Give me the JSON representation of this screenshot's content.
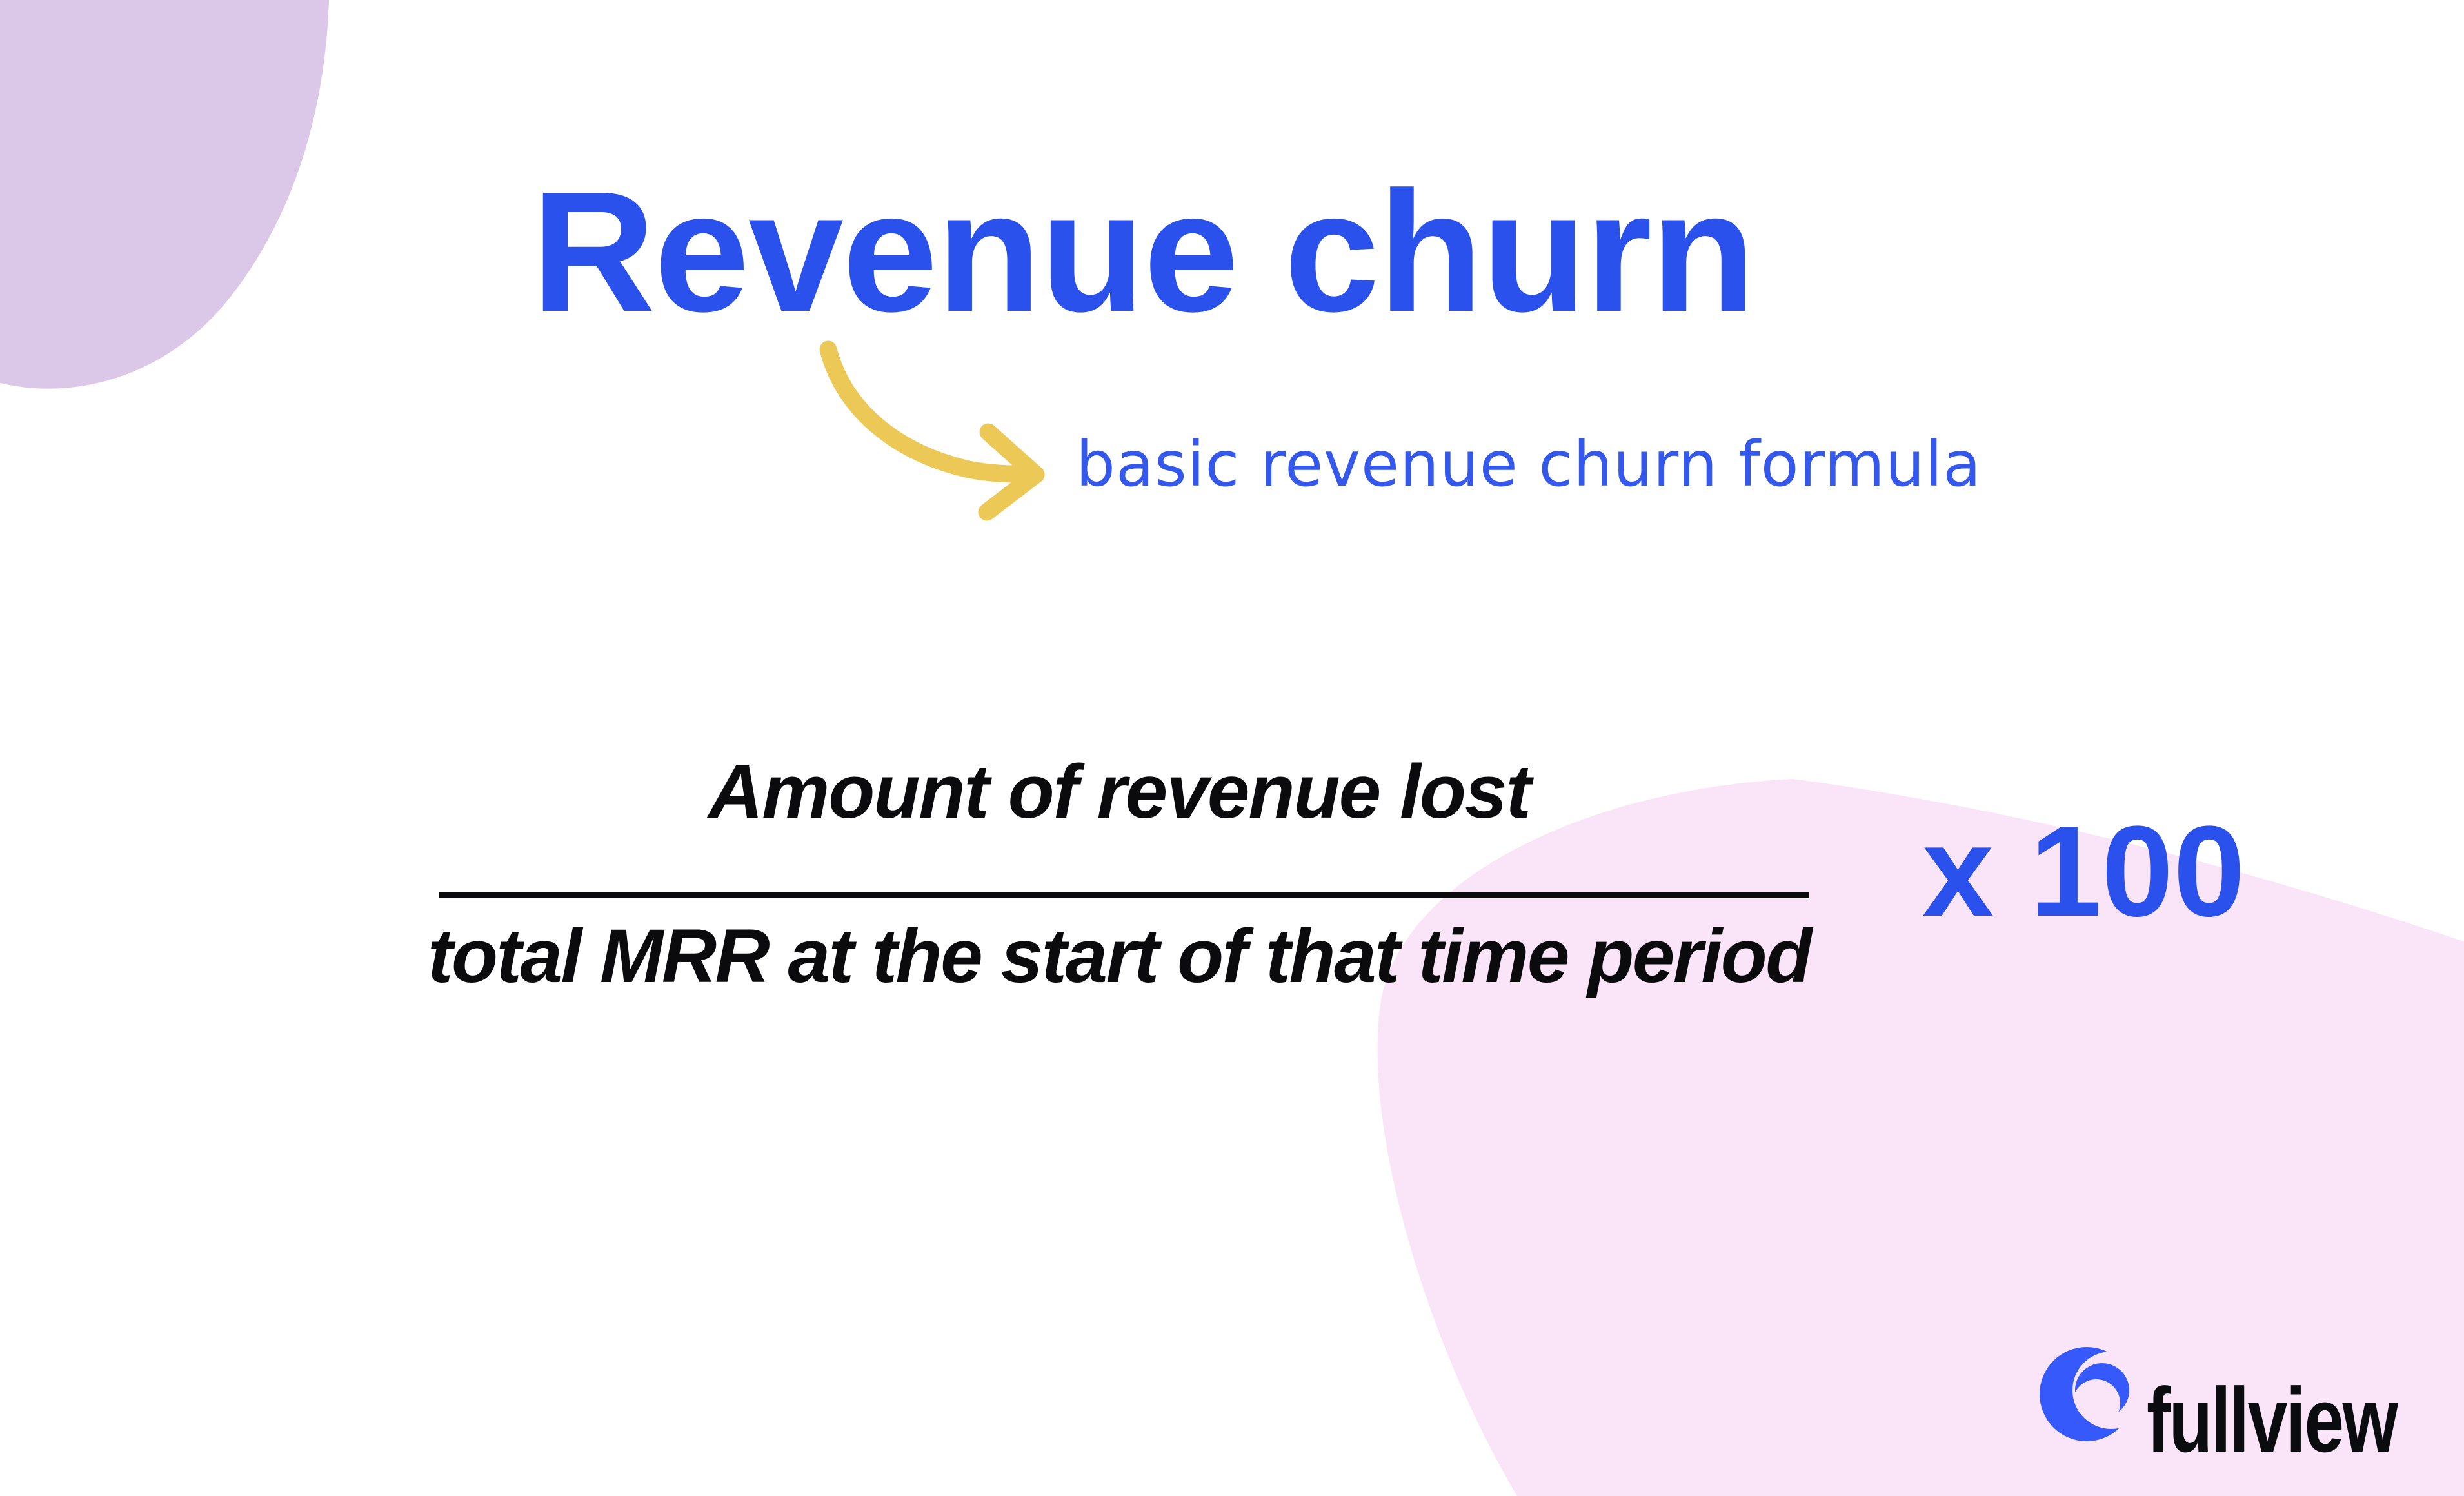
{
  "title": {
    "text": "Revenue churn",
    "color": "#2b51ec"
  },
  "annotation": {
    "label": "basic revenue churn formula",
    "text_color": "#3457ec",
    "arrow_color": "#ecc957",
    "arrow_icon": "curved-arrow-down-right"
  },
  "formula": {
    "numerator": "Amount of revenue lost",
    "denominator": "total MRR at the start of that time period",
    "multiplier": "x 100",
    "multiplier_color": "#2b51ec",
    "text_color": "#0b0b0e"
  },
  "logo": {
    "wordmark": "fullview",
    "mark_icon": "fullview-crescent-swirl",
    "mark_color": "#3559fb",
    "wordmark_color": "#0a0c10"
  },
  "decor": {
    "purple_blob_color": "#dbc8e8",
    "pink_blob_color": "#f9e5f7",
    "background_color": "#ffffff"
  }
}
